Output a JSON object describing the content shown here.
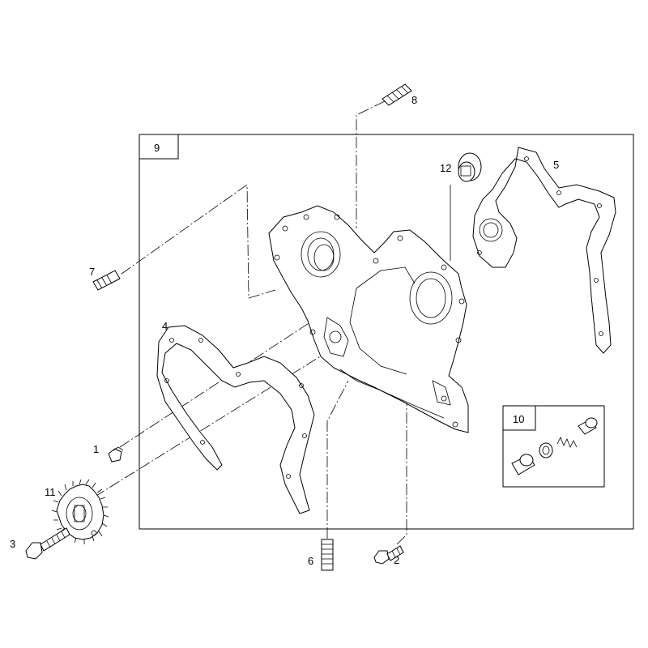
{
  "diagram": {
    "callouts": {
      "c1": "1",
      "c2": "2",
      "c3": "3",
      "c4": "4",
      "c5": "5",
      "c6": "6",
      "c7": "7",
      "c8": "8",
      "c9": "9",
      "c10": "10",
      "c11": "11",
      "c12": "12"
    }
  }
}
